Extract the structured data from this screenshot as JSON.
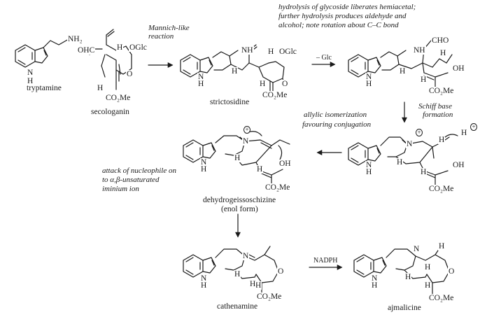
{
  "compounds": {
    "tryptamine": "tryptamine",
    "secologanin": "secologanin",
    "strictosidine": "strictosidine",
    "dehydrogeissoschizine": "dehydrogeissoschizine",
    "enol_form": "(enol form)",
    "cathenamine": "cathenamine",
    "ajmalicine": "ajmalicine"
  },
  "annotations": {
    "mannich_1": "Mannich-like",
    "mannich_2": "reaction",
    "hydrolysis_1": "hydrolysis of glycoside liberates hemiacetal;",
    "hydrolysis_2": "further hydrolysis produces aldehyde and",
    "hydrolysis_3": "alcohol; note rotation about C–C bond",
    "minus_glc": "– Glc",
    "schiff_1": "Schiff base",
    "schiff_2": "formation",
    "allylic_1": "allylic isomerization",
    "allylic_2": "favouring conjugation",
    "attack_1": "attack of nucleophile on",
    "attack_2": "to α,β-unsaturated",
    "attack_3": "iminium ion",
    "nadph": "NADPH"
  },
  "atoms": {
    "nh2": "NH₂",
    "nh": "NH",
    "n": "N",
    "h": "H",
    "oglc": "OGlc",
    "ohc": "OHC",
    "cho": "CHO",
    "oh": "OH",
    "co2me": "CO₂Me",
    "o": "O",
    "plus": "+"
  }
}
